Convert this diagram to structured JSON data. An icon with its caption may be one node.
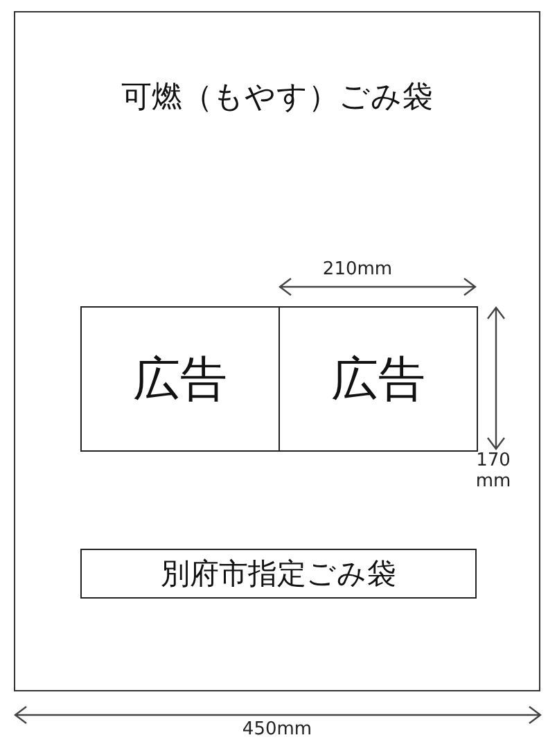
{
  "diagram": {
    "nodes": [
      {
        "text": [
          "可燃（もやす）ごみ袋"
        ]
      },
      {
        "text": [
          "広告"
        ],
        "in": 0
      },
      {
        "text": [
          "広告"
        ],
        "in": 0
      },
      {
        "text": [
          "別府市指定ごみ袋"
        ],
        "in": 0
      }
    ],
    "labels": [
      "210mm",
      "170 mm",
      "450mm"
    ]
  }
}
